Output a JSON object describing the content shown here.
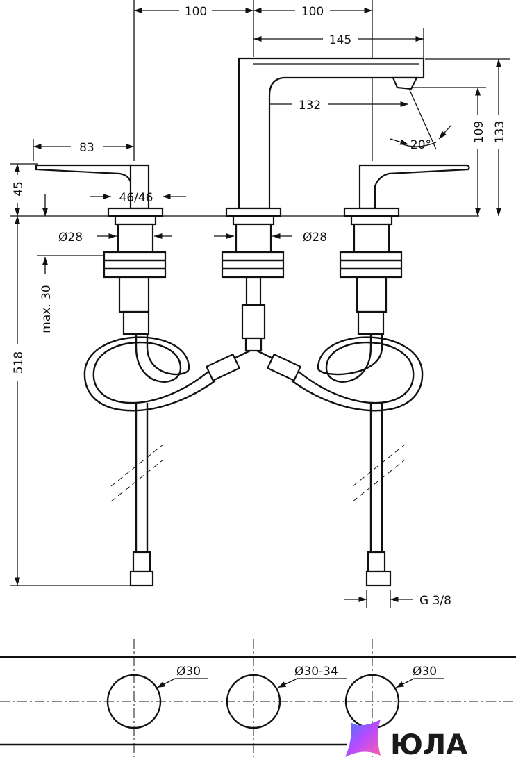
{
  "dimensions": {
    "top_left_spacing": "100",
    "top_right_spacing": "100",
    "spout_reach": "145",
    "spout_inner_reach": "132",
    "spout_angle": "20°",
    "spout_outlet_height": "109",
    "spout_total_height": "133",
    "handle_length": "83",
    "handle_height": "45",
    "handle_width": "46/46",
    "handle_base_diameter": "Ø28",
    "spout_base_diameter": "Ø28",
    "max_deck_thickness": "max. 30",
    "hose_length": "518",
    "connection_thread": "G 3/8"
  },
  "cutouts": {
    "left": "Ø30",
    "center": "Ø30-34",
    "right": "Ø30"
  },
  "logo": {
    "text": "ЮЛА",
    "gradient_start": "#3a7bff",
    "gradient_mid": "#b54bff",
    "gradient_end": "#ff5fa8"
  }
}
